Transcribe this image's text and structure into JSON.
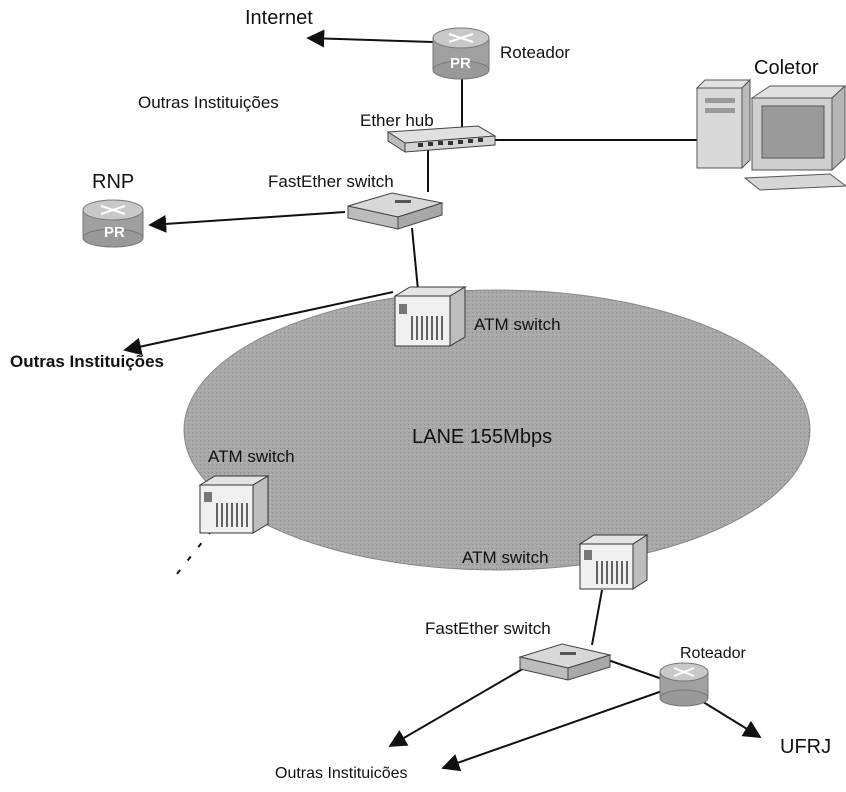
{
  "labels": {
    "internet": "Internet",
    "roteador_top": "Roteador",
    "roteador_top_pr": "PR",
    "coletor": "Coletor",
    "outras_top": "Outras Instituições",
    "ether_hub": "Ether hub",
    "rnp": "RNP",
    "rnp_pr": "PR",
    "fastether_top": "FastEther switch",
    "atm_top": "ATM switch",
    "outras_left": "Outras Instituições",
    "lane": "LANE 155Mbps",
    "atm_left": "ATM switch",
    "atm_bottom": "ATM switch",
    "fastether_bottom": "FastEther switch",
    "roteador_bottom": "Roteador",
    "ufrj": "UFRJ",
    "outras_bottom": "Outras Instituicões"
  },
  "colors": {
    "ellipse_fill": "#a9a9a9",
    "device_fill": "#cfcfcf",
    "line": "#111111"
  }
}
